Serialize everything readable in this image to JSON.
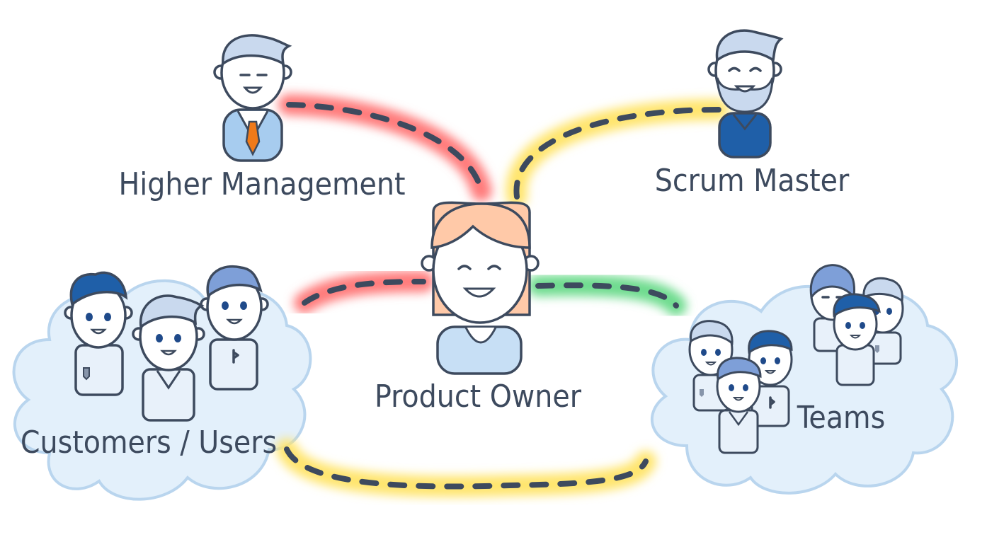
{
  "labels": {
    "higher_management": "Higher Management",
    "scrum_master": "Scrum Master",
    "product_owner": "Product Owner",
    "customers_users": "Customers / Users",
    "teams": "Teams"
  },
  "colors": {
    "ink": "#3d4a5e",
    "cloud_fill": "#e3f0fb",
    "cloud_stroke": "#b9d5ee",
    "glow_red": "#ff6b6b",
    "glow_yellow": "#ffe36b",
    "glow_green": "#6bd88a",
    "skin": "#ffffff",
    "owner_hair": "#ffc9a8",
    "person_hair": "#c9d9ee",
    "shirt_light": "#c7dff5",
    "shirt_dark": "#1f5fa8",
    "tie": "#f07a1a"
  },
  "connections": [
    {
      "from": "product_owner",
      "to": "higher_management",
      "glow": "red"
    },
    {
      "from": "product_owner",
      "to": "scrum_master",
      "glow": "yellow"
    },
    {
      "from": "product_owner",
      "to": "customers_users",
      "glow": "red"
    },
    {
      "from": "product_owner",
      "to": "teams",
      "glow": "green"
    },
    {
      "from": "customers_users",
      "to": "teams",
      "glow": "yellow"
    }
  ]
}
